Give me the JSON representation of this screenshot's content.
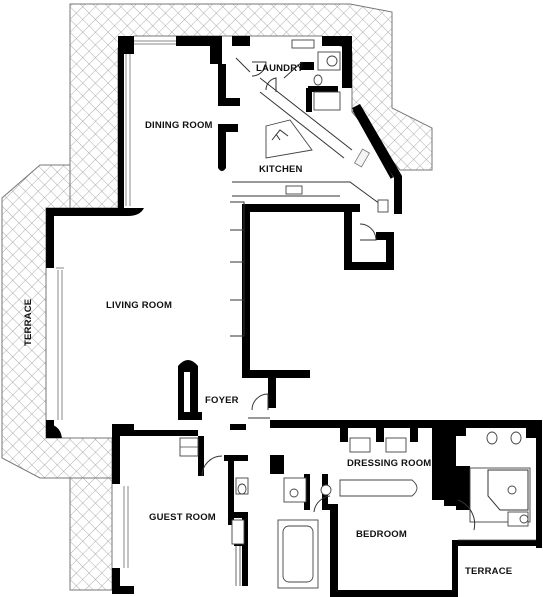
{
  "rooms": {
    "laundry": "LAUNDRY",
    "dining_room": "DINING ROOM",
    "kitchen": "KITCHEN",
    "living_room": "LIVING ROOM",
    "terrace_west": "TERRACE",
    "foyer": "FOYER",
    "dressing_room": "DRESSING ROOM",
    "guest_room": "GUEST ROOM",
    "bedroom": "BEDROOM",
    "terrace_south": "TERRACE"
  },
  "colors": {
    "wall": "#000000",
    "terrace_hatch": "#8a8a8a",
    "background": "#ffffff"
  }
}
